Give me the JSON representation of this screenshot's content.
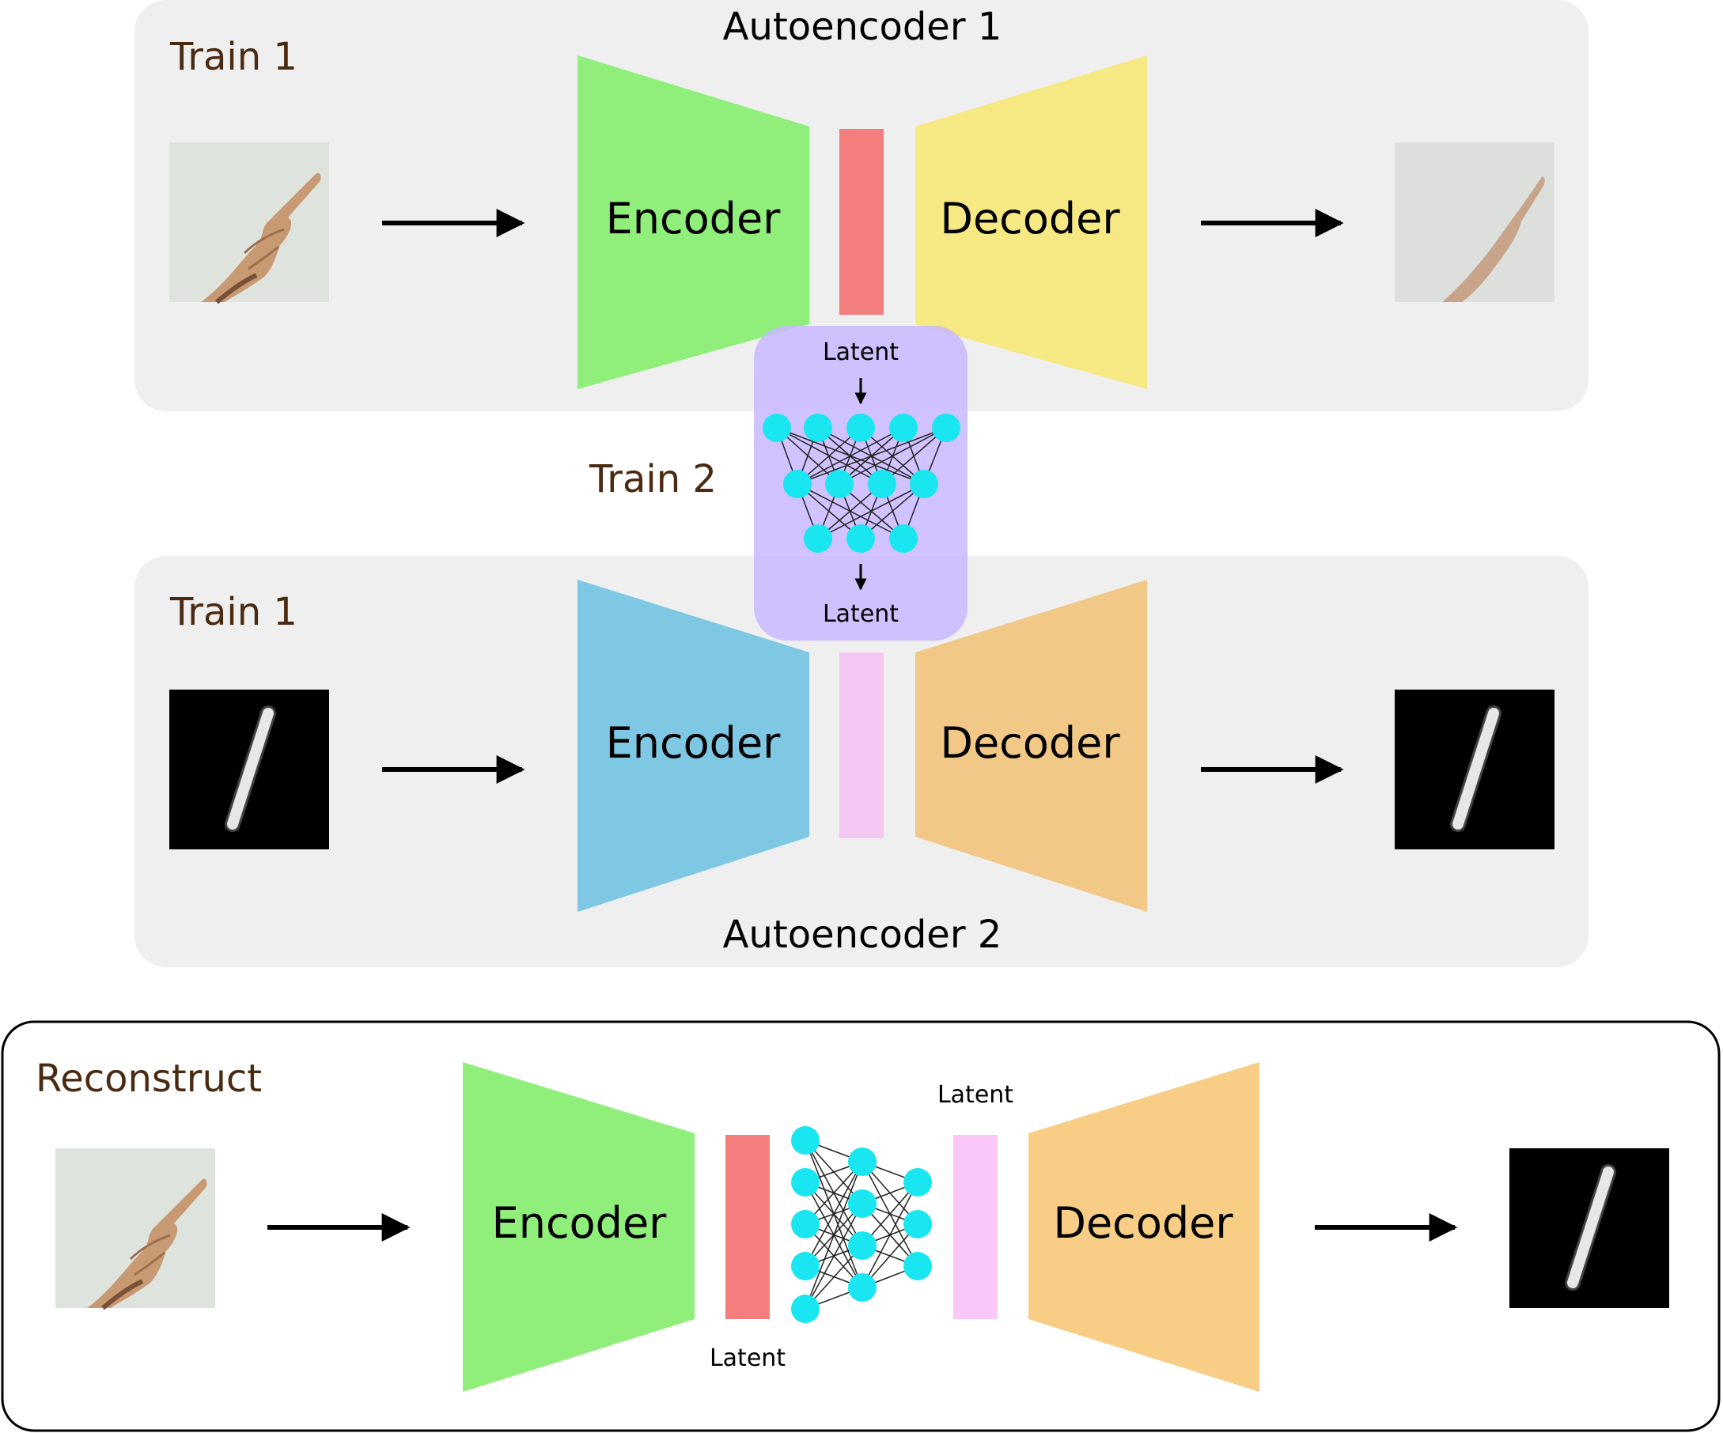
{
  "panel1": {
    "stage_label": "Train 1",
    "title": "Autoencoder 1",
    "encoder_label": "Encoder",
    "decoder_label": "Decoder",
    "colors": {
      "encoder": "#90ee7a",
      "latent": "#f47e7e",
      "decoder": "#f6e882",
      "panel": "#efefef"
    }
  },
  "train2": {
    "stage_label": "Train 2",
    "latent_top": "Latent",
    "latent_bottom": "Latent",
    "colors": {
      "box": "#c8b8ff",
      "node": "#19e6f0"
    }
  },
  "panel2": {
    "stage_label": "Train 1",
    "title": "Autoencoder 2",
    "encoder_label": "Encoder",
    "decoder_label": "Decoder",
    "colors": {
      "encoder": "#7ec8e3",
      "latent": "#f5c6f0",
      "decoder": "#f2c887",
      "panel": "#efefef"
    }
  },
  "panel3": {
    "stage_label": "Reconstruct",
    "encoder_label": "Encoder",
    "decoder_label": "Decoder",
    "latent_bottom": "Latent",
    "latent_top": "Latent",
    "colors": {
      "encoder": "#90ee7a",
      "latent_left": "#f47e7e",
      "latent_right": "#f9c8f8",
      "decoder": "#f8cd85"
    }
  },
  "icons": {
    "hand": "hand-pointing-image",
    "digit": "mnist-digit-one-image",
    "arrow": "right-arrow-icon"
  }
}
